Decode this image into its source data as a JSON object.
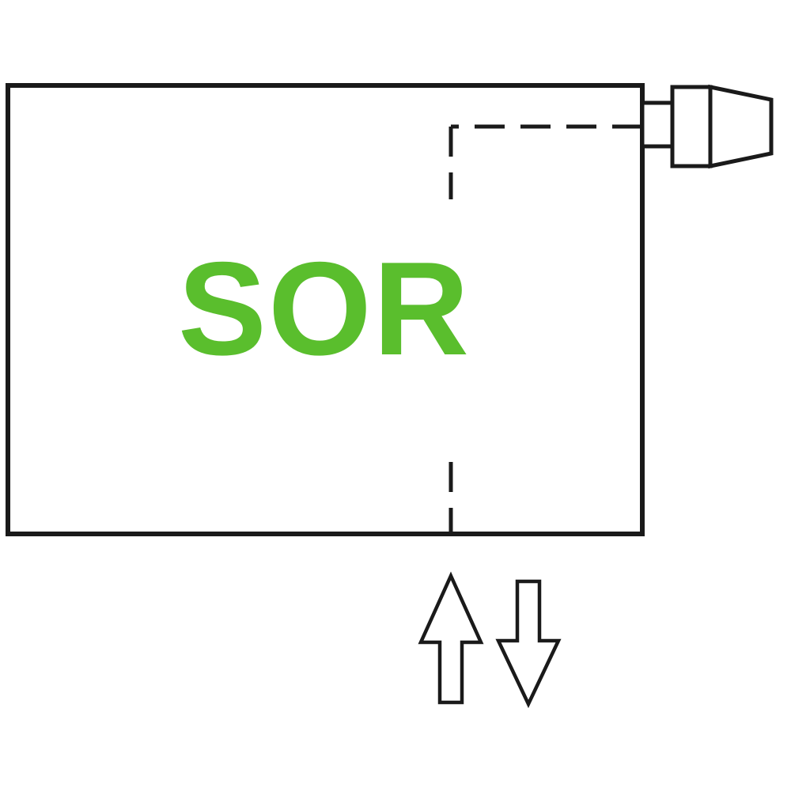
{
  "diagram": {
    "type": "radiator-connection-diagram",
    "label": "SOR",
    "label_color": "#5abe2d",
    "line_color": "#1a1a1a",
    "background_color": "#ffffff",
    "elements": {
      "radiator_body": "rectangular panel radiator outline",
      "valve": "thermostatic valve on top right side",
      "internal_piping": "dashed lines showing internal flow path",
      "flow_arrow_up": "supply flow direction arrow pointing up",
      "flow_arrow_down": "return flow direction arrow pointing down"
    }
  }
}
